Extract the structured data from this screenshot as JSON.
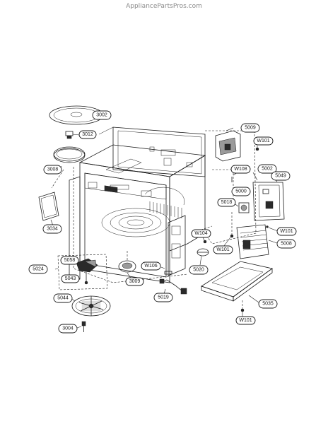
{
  "watermark": "AppliancePartsPros.com",
  "callouts": [
    {
      "id": "3002",
      "text": "3002"
    },
    {
      "id": "3012",
      "text": "3012"
    },
    {
      "id": "3008",
      "text": "3008"
    },
    {
      "id": "3034",
      "text": "3034"
    },
    {
      "id": "5024",
      "text": "5024"
    },
    {
      "id": "5058",
      "text": "5058"
    },
    {
      "id": "5043",
      "text": "5043"
    },
    {
      "id": "5044",
      "text": "5044"
    },
    {
      "id": "3004",
      "text": "3004"
    },
    {
      "id": "3009",
      "text": "3009"
    },
    {
      "id": "W106",
      "text": "W106"
    },
    {
      "id": "5019",
      "text": "5019"
    },
    {
      "id": "5020",
      "text": "5020"
    },
    {
      "id": "W104",
      "text": "W104"
    },
    {
      "id": "W101a",
      "text": "W101"
    },
    {
      "id": "5018",
      "text": "5018"
    },
    {
      "id": "5000",
      "text": "5000"
    },
    {
      "id": "W108",
      "text": "W108"
    },
    {
      "id": "5002",
      "text": "5002"
    },
    {
      "id": "5049",
      "text": "5049"
    },
    {
      "id": "5009",
      "text": "5009"
    },
    {
      "id": "W101b",
      "text": "W101"
    },
    {
      "id": "W101c",
      "text": "W101"
    },
    {
      "id": "5008",
      "text": "5008"
    },
    {
      "id": "5035",
      "text": "5035"
    },
    {
      "id": "W101d",
      "text": "W101"
    }
  ]
}
